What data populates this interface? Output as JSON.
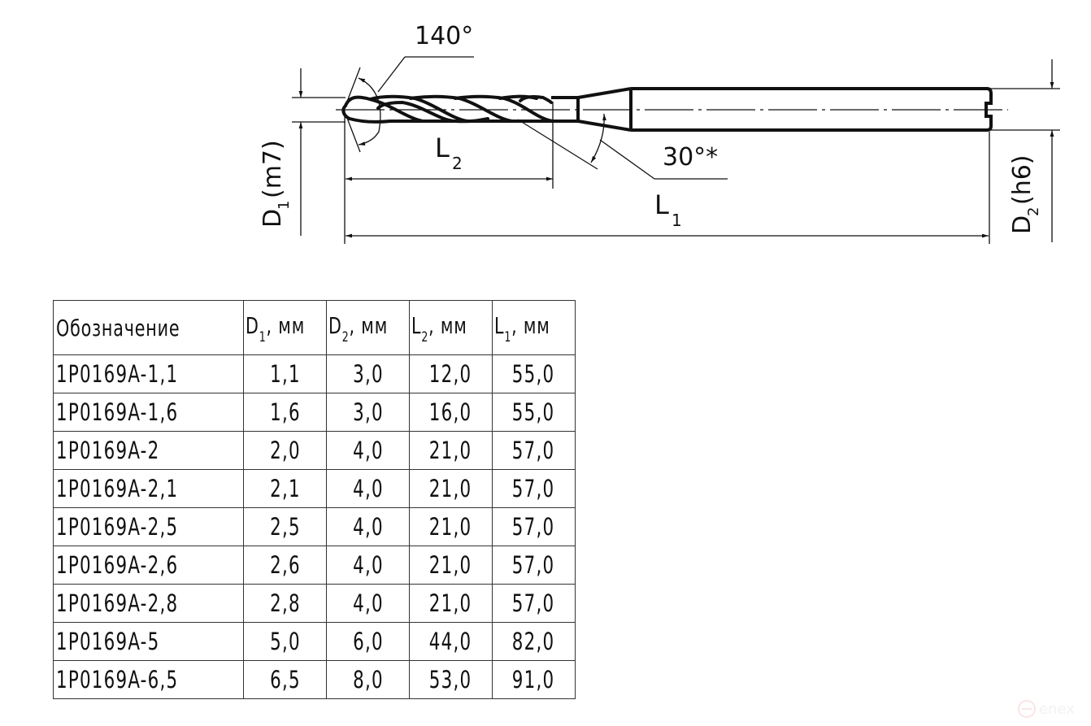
{
  "drawing": {
    "title": "Spiral drill with cylindrical shank — dimension drawing",
    "annotations": {
      "tip_angle": "140°",
      "transition_angle": "30°*",
      "l2_label": "L",
      "l2_sub": "2",
      "l1_label": "L",
      "l1_sub": "1",
      "d1_label": "D",
      "d1_sub": "1",
      "d1_tol": "(m7)",
      "d2_label": "D",
      "d2_sub": "2",
      "d2_tol": "(h6)"
    }
  },
  "table": {
    "headers": [
      {
        "main": "Обозначение",
        "sub": "",
        "unit": ""
      },
      {
        "main": "D",
        "sub": "1",
        "unit": ", мм"
      },
      {
        "main": "D",
        "sub": "2",
        "unit": ", мм"
      },
      {
        "main": "L",
        "sub": "2",
        "unit": ", мм"
      },
      {
        "main": "L",
        "sub": "1",
        "unit": ", мм"
      }
    ],
    "rows": [
      {
        "designation": "1P0169A-1,1",
        "d1": "1,1",
        "d2": "3,0",
        "l2": "12,0",
        "l1": "55,0"
      },
      {
        "designation": "1P0169A-1,6",
        "d1": "1,6",
        "d2": "3,0",
        "l2": "16,0",
        "l1": "55,0"
      },
      {
        "designation": "1P0169A-2",
        "d1": "2,0",
        "d2": "4,0",
        "l2": "21,0",
        "l1": "57,0"
      },
      {
        "designation": "1P0169A-2,1",
        "d1": "2,1",
        "d2": "4,0",
        "l2": "21,0",
        "l1": "57,0"
      },
      {
        "designation": "1P0169A-2,5",
        "d1": "2,5",
        "d2": "4,0",
        "l2": "21,0",
        "l1": "57,0"
      },
      {
        "designation": "1P0169A-2,6",
        "d1": "2,6",
        "d2": "4,0",
        "l2": "21,0",
        "l1": "57,0"
      },
      {
        "designation": "1P0169A-2,8",
        "d1": "2,8",
        "d2": "4,0",
        "l2": "21,0",
        "l1": "57,0"
      },
      {
        "designation": "1P0169A-5",
        "d1": "5,0",
        "d2": "6,0",
        "l2": "44,0",
        "l1": "82,0"
      },
      {
        "designation": "1P0169A-6,5",
        "d1": "6,5",
        "d2": "8,0",
        "l2": "53,0",
        "l1": "91,0"
      }
    ]
  },
  "watermark": {
    "text": "enex",
    "icon": "enex-logo-icon"
  },
  "colors": {
    "ink": "#111111",
    "background": "#ffffff",
    "watermark": "#d33333"
  }
}
